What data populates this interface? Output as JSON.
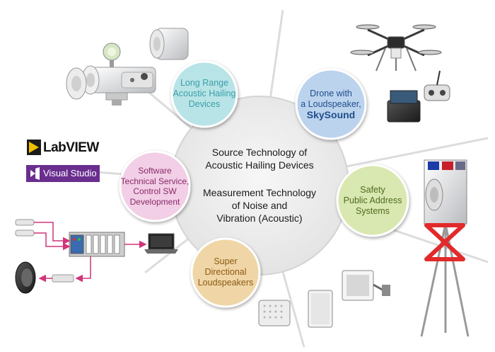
{
  "center": {
    "lines": [
      "Source Technology of",
      "Acoustic Hailing Devices",
      "Measurement Technology",
      "of Noise and",
      "Vibration (Acoustic)"
    ]
  },
  "nodes": [
    {
      "id": "hailing",
      "lines": [
        "Long Range",
        "Acoustic Hailing",
        "Devices"
      ],
      "color": "#3a9fa8",
      "fill": "#b9e4e7"
    },
    {
      "id": "drone",
      "lines": [
        "Drone with",
        "a Loudspeaker,",
        "SkySound"
      ],
      "color": "#1f4e8c",
      "fill": "#bcd3ee"
    },
    {
      "id": "safety",
      "lines": [
        "Safety",
        "Public Address",
        "Systems"
      ],
      "color": "#4f6b1f",
      "fill": "#d9e8b0"
    },
    {
      "id": "directional",
      "lines": [
        "Super",
        "Directional",
        "Loudspeakers"
      ],
      "color": "#8a5a12",
      "fill": "#f0d6a6"
    },
    {
      "id": "software",
      "lines": [
        "Software",
        "Technical Service,",
        "Control SW",
        "Development"
      ],
      "color": "#8a2a6a",
      "fill": "#f2cfe6"
    }
  ],
  "logos": {
    "labview": "LabVIEW",
    "visual_studio": "Visual Studio"
  },
  "colors": {
    "center_circle": "#e6e6e6",
    "spokes": "#dcdcdc",
    "arrows": "#d0347a"
  }
}
